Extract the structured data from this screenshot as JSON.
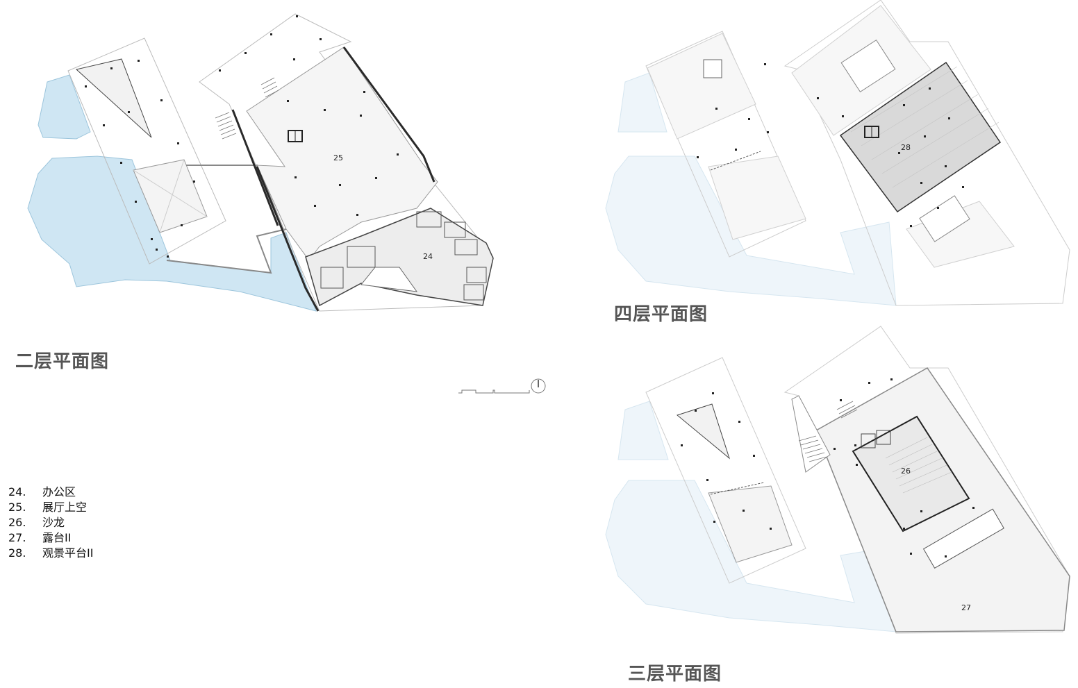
{
  "plans": {
    "level2": {
      "title": "二层平面图"
    },
    "level4": {
      "title": "四层平面图"
    },
    "level3": {
      "title": "三层平面图"
    }
  },
  "rooms": {
    "r24": "24",
    "r25": "25",
    "r26": "26",
    "r27": "27",
    "r28": "28"
  },
  "legend": [
    {
      "num": "24.",
      "label": "办公区"
    },
    {
      "num": "25.",
      "label": "展厅上空"
    },
    {
      "num": "26.",
      "label": "沙龙"
    },
    {
      "num": "27.",
      "label": "露台II"
    },
    {
      "num": "28.",
      "label": "观景平台II"
    }
  ],
  "colors": {
    "water": "#cfe6f3",
    "water_faded": "#eef5fa",
    "line": "#b8b8b8",
    "wall": "#2a2a2a",
    "viewing_platform": "#d9d9d9",
    "floor": "#f5f5f5"
  },
  "icons": [
    "north-arrow-icon",
    "scale-bar-icon"
  ]
}
